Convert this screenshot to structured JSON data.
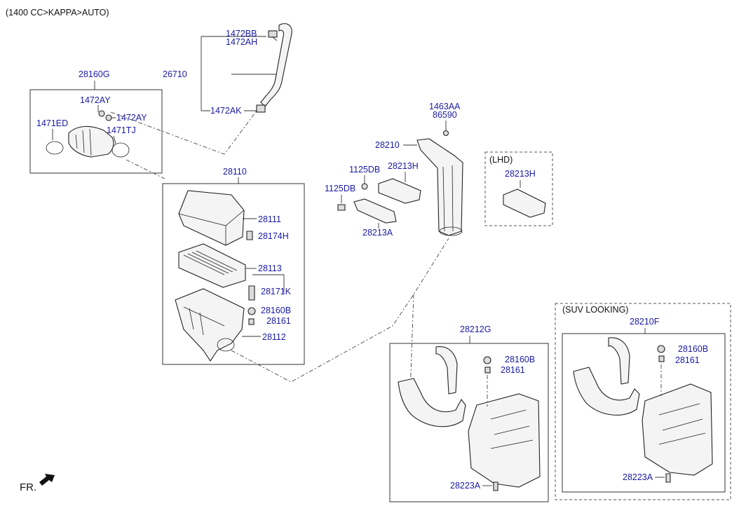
{
  "header": {
    "title": "(1400 CC>KAPPA>AUTO)"
  },
  "boxes": {
    "lhd_title": "(LHD)",
    "suv_title": "(SUV LOOKING)"
  },
  "labels": {
    "p1472BB": "1472BB",
    "p1472AH": "1472AH",
    "p26710": "26710",
    "p1472AK": "1472AK",
    "p28160G": "28160G",
    "p1472AY_a": "1472AY",
    "p1472AY_b": "1472AY",
    "p1471ED": "1471ED",
    "p1471TJ": "1471TJ",
    "p28110": "28110",
    "p28111": "28111",
    "p28174H": "28174H",
    "p28113": "28113",
    "p28171K": "28171K",
    "p28160B": "28160B",
    "p28161": "28161",
    "p28112": "28112",
    "p1463AA": "1463AA",
    "p86590": "86590",
    "p28210": "28210",
    "p1125DB_a": "1125DB",
    "p28213H": "28213H",
    "p1125DB_b": "1125DB",
    "p28213A": "28213A",
    "p28213H_lhd": "28213H",
    "p28212G": "28212G",
    "p28160B_r": "28160B",
    "p28161_r": "28161",
    "p28223A": "28223A",
    "p28210F": "28210F",
    "p28160B_s": "28160B",
    "p28161_s": "28161",
    "p28223A_s": "28223A"
  },
  "footer": {
    "front_label": "FR."
  }
}
